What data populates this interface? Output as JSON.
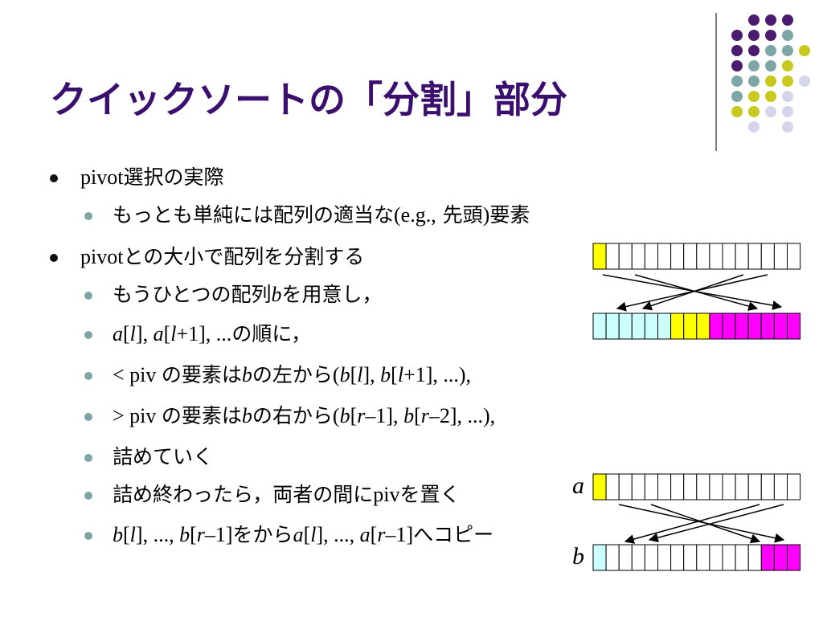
{
  "slide": {
    "title": "クイックソートの「分割」部分"
  },
  "bullets": {
    "b1": {
      "text": "pivot選択の実際"
    },
    "b1a": {
      "text": "もっとも単純には配列の適当な(e.g., 先頭)要素"
    },
    "b2": {
      "text": "pivotとの大小で配列を分割する"
    },
    "b2a": {
      "pre": "もうひとつの配列",
      "var": "b",
      "post": "を用意し，"
    },
    "b2b": {
      "text": "a[l], a[l+1], ...の順に，"
    },
    "b2c": {
      "text": "< piv の要素はbの左から(b[l], b[l+1], ...),"
    },
    "b2d": {
      "text": "> piv の要素はbの右から(b[r–1], b[r–2], ...),"
    },
    "b2e": {
      "text": "詰めていく"
    },
    "b2f": {
      "text": "詰め終わったら，両者の間にpivを置く"
    },
    "b2g": {
      "text": "b[l], ..., b[r–1]をからa[l], ..., a[r–1]へコピー"
    }
  },
  "array_labels": {
    "a": "a",
    "b": "b"
  },
  "colors": {
    "title": "#3b0f6e",
    "yellow": "#ffff00",
    "cyan": "#ccffff",
    "magenta": "#ff00ff",
    "dot_purple": "#4a1b6e",
    "dot_teal": "#7fa6a6",
    "dot_olive": "#c8c81e",
    "dot_lavender": "#d4d4ea"
  },
  "arrays": [
    {
      "id": "top-a",
      "cells": [
        "Y",
        "W",
        "W",
        "W",
        "W",
        "W",
        "W",
        "W",
        "W",
        "W",
        "W",
        "W",
        "W",
        "W",
        "W",
        "W"
      ]
    },
    {
      "id": "top-b",
      "cells": [
        "C",
        "C",
        "C",
        "C",
        "C",
        "C",
        "Y",
        "Y",
        "Y",
        "M",
        "M",
        "M",
        "M",
        "M",
        "M",
        "M"
      ]
    },
    {
      "id": "bottom-a",
      "cells": [
        "Y",
        "W",
        "W",
        "W",
        "W",
        "W",
        "W",
        "W",
        "W",
        "W",
        "W",
        "W",
        "W",
        "W",
        "W",
        "W"
      ]
    },
    {
      "id": "bottom-b",
      "cells": [
        "C",
        "W",
        "W",
        "W",
        "W",
        "W",
        "W",
        "W",
        "W",
        "W",
        "W",
        "W",
        "W",
        "M",
        "M",
        "M"
      ]
    }
  ]
}
